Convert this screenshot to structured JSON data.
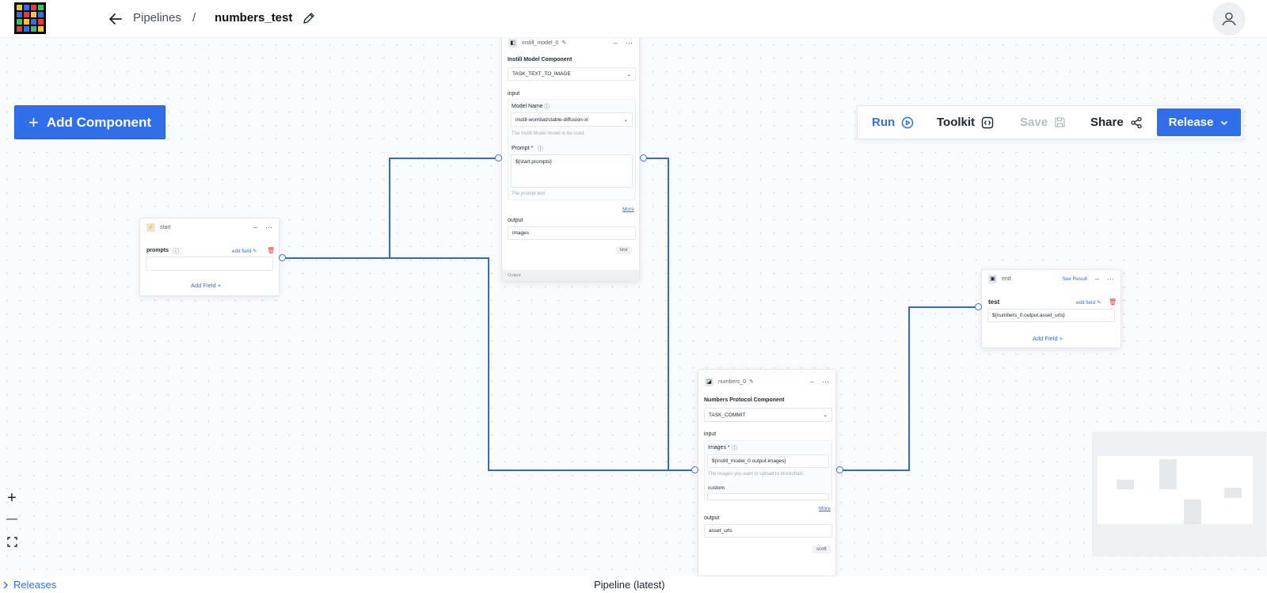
{
  "header": {
    "crumb_root": "Pipelines",
    "crumb_sep": "/",
    "pipeline_name": "numbers_test"
  },
  "canvas": {
    "add_component": "Add Component",
    "toolbar": {
      "run": "Run",
      "toolkit": "Toolkit",
      "save": "Save",
      "share": "Share",
      "release": "Release"
    }
  },
  "nodes": {
    "start": {
      "id": "start",
      "field_name": "prompts",
      "edit_field": "edit field",
      "add_field": "Add Field"
    },
    "instill": {
      "id": "instill_model_0",
      "component": "Instill Model Component",
      "task": "TASK_TEXT_TO_IMAGE",
      "input_label": "input",
      "model_label": "Model Name",
      "model_value": "instill-wombat/stable-diffusion-xl",
      "model_hint": "The Instill Model model to be used.",
      "prompt_label": "Prompt *",
      "prompt_value": "${start.prompts}",
      "prompt_hint": "The prompt text",
      "more": "More",
      "output_label": "output",
      "output_value": "images",
      "test_chip": "tesr",
      "footer": "Output"
    },
    "end": {
      "id": "end",
      "see_result": "See Result",
      "field_name": "test",
      "edit_field": "edit field",
      "field_value": "${numbers_0.output.asset_urls}",
      "add_field": "Add Field"
    },
    "numbers": {
      "id": "numbers_0",
      "component": "Numbers Protocol Component",
      "task": "TASK_COMMIT",
      "input_label": "input",
      "images_label": "Images *",
      "images_value": "${instill_model_0.output.images}",
      "images_hint": "The images you want to upload to blockchain.",
      "custom_label": "custom",
      "more": "More",
      "output_label": "output",
      "output_value": "asset_urls",
      "test_chip": "scott"
    }
  },
  "footer": {
    "releases": "Releases",
    "status": "Pipeline (latest)"
  },
  "colors": {
    "accent": "#316fea",
    "edge": "#2f6ad6"
  }
}
